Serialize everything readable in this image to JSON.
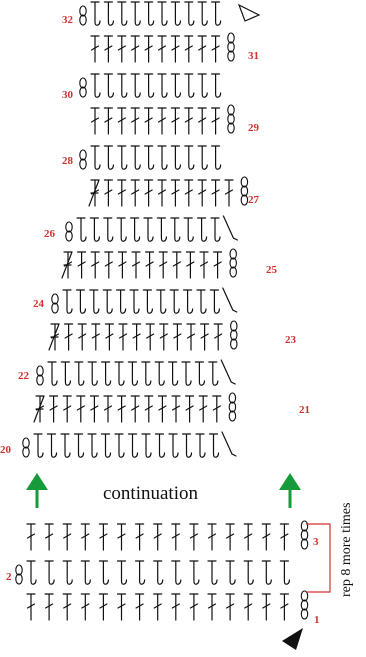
{
  "colors": {
    "row_number": "#d0312d",
    "arrow_green": "#169a3a",
    "bracket_red": "#d0312d",
    "stitch_ink": "#111111"
  },
  "caption": "continuation",
  "repeat_note": "rep 8 more times",
  "icons": {
    "start_marker": "filled-arrowhead-icon",
    "end_marker": "open-arrowhead-icon",
    "continuation_arrow": "up-arrow-icon"
  },
  "row_labels": {
    "r1": "1",
    "r2": "2",
    "r3": "3",
    "r20": "20",
    "r21": "21",
    "r22": "22",
    "r23": "23",
    "r24": "24",
    "r25": "25",
    "r26": "26",
    "r27": "27",
    "r28": "28",
    "r29": "29",
    "r30": "30",
    "r31": "31",
    "r32": "32"
  },
  "rows": [
    {
      "id": "r1",
      "label": "1",
      "stitch": "double",
      "count": 15,
      "side": "right",
      "dec": null
    },
    {
      "id": "r2",
      "label": "2",
      "stitch": "single",
      "count": 15,
      "side": "left",
      "dec": null
    },
    {
      "id": "r3",
      "label": "3",
      "stitch": "double",
      "count": 15,
      "side": "right",
      "dec": null
    },
    {
      "id": "r20",
      "label": "20",
      "stitch": "single",
      "count": 14,
      "side": "left",
      "dec": "right"
    },
    {
      "id": "r21",
      "label": "21",
      "stitch": "double",
      "count": 14,
      "side": "right",
      "dec": "left"
    },
    {
      "id": "r22",
      "label": "22",
      "stitch": "single",
      "count": 13,
      "side": "left",
      "dec": "right"
    },
    {
      "id": "r23",
      "label": "23",
      "stitch": "double",
      "count": 13,
      "side": "right",
      "dec": "left"
    },
    {
      "id": "r24",
      "label": "24",
      "stitch": "single",
      "count": 12,
      "side": "left",
      "dec": "right"
    },
    {
      "id": "r25",
      "label": "25",
      "stitch": "double",
      "count": 12,
      "side": "right",
      "dec": "left"
    },
    {
      "id": "r26",
      "label": "26",
      "stitch": "single",
      "count": 11,
      "side": "left",
      "dec": "right"
    },
    {
      "id": "r27",
      "label": "27",
      "stitch": "double",
      "count": 11,
      "side": "right",
      "dec": "left"
    },
    {
      "id": "r28",
      "label": "28",
      "stitch": "single",
      "count": 10,
      "side": "left",
      "dec": null
    },
    {
      "id": "r29",
      "label": "29",
      "stitch": "double",
      "count": 10,
      "side": "right",
      "dec": null
    },
    {
      "id": "r30",
      "label": "30",
      "stitch": "single",
      "count": 10,
      "side": "left",
      "dec": null
    },
    {
      "id": "r31",
      "label": "31",
      "stitch": "double",
      "count": 10,
      "side": "right",
      "dec": null
    },
    {
      "id": "r32",
      "label": "32",
      "stitch": "single",
      "count": 10,
      "side": "left",
      "dec": null
    }
  ]
}
